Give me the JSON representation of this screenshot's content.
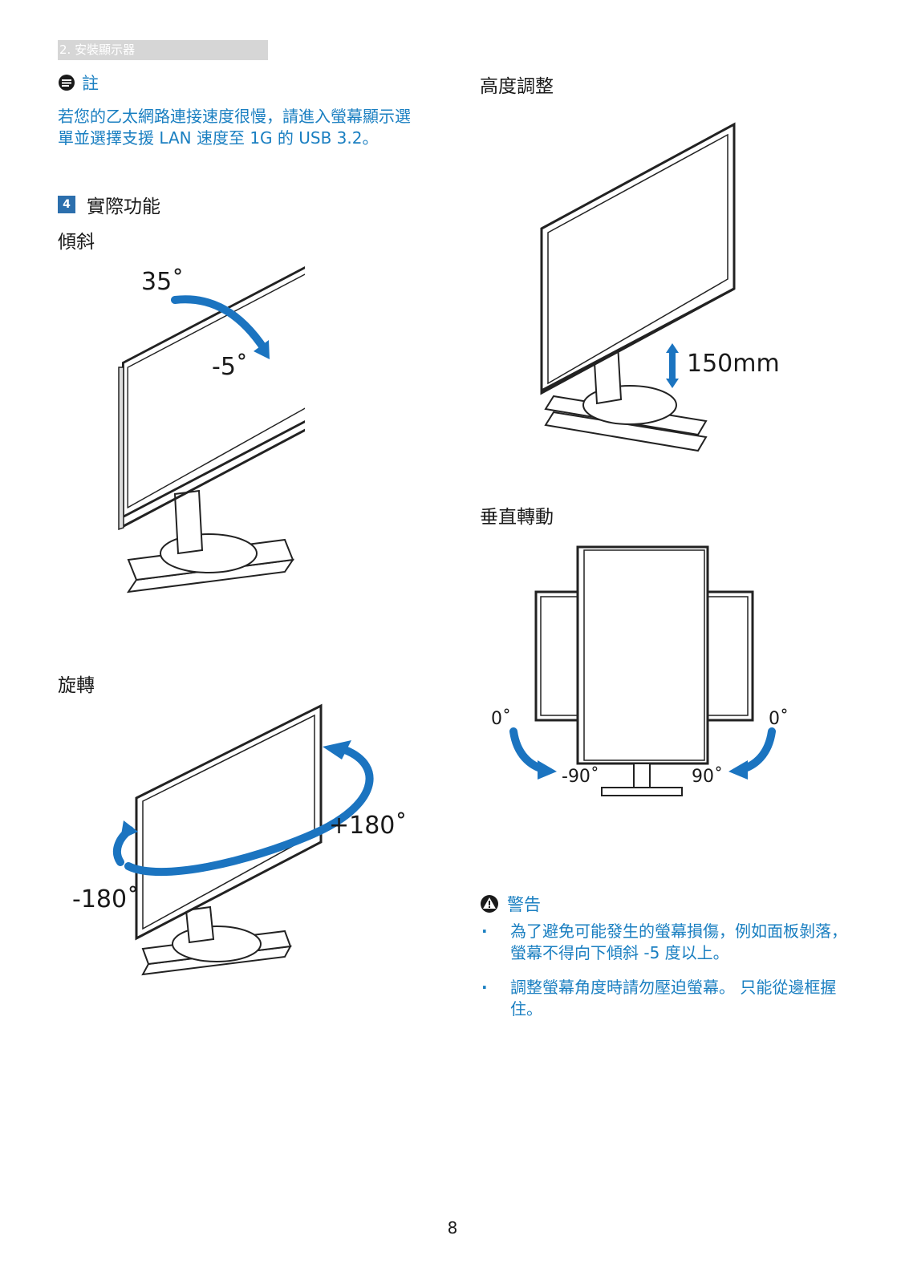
{
  "header": {
    "section": "2. 安裝顯示器"
  },
  "note": {
    "title": "註",
    "text": "若您的乙太網路連接速度很慢，請進入螢幕顯示選單並選擇支援 LAN 速度至 1G 的 USB 3.2。"
  },
  "section4": {
    "number": "4",
    "title": "實際功能"
  },
  "tilt": {
    "title": "傾斜",
    "angle_up": "35˚",
    "angle_down": "-5˚"
  },
  "swivel": {
    "title": "旋轉",
    "angle_pos": "+180˚",
    "angle_neg": "-180˚"
  },
  "height": {
    "title": "高度調整",
    "range": "150mm"
  },
  "pivot": {
    "title": "垂直轉動",
    "left_0": "0˚",
    "right_0": "0˚",
    "neg90": "-90˚",
    "pos90": "90˚"
  },
  "warning": {
    "title": "警告",
    "items": [
      "為了避免可能發生的螢幕損傷，例如面板剝落，螢幕不得向下傾斜 -5 度以上。",
      "調整螢幕角度時請勿壓迫螢幕。 只能從邊框握住。"
    ]
  },
  "footer": {
    "page_number": "8"
  },
  "colors": {
    "accent": "#1a7fc1",
    "arrow": "#1b74c0",
    "box": "#2c6fad"
  }
}
